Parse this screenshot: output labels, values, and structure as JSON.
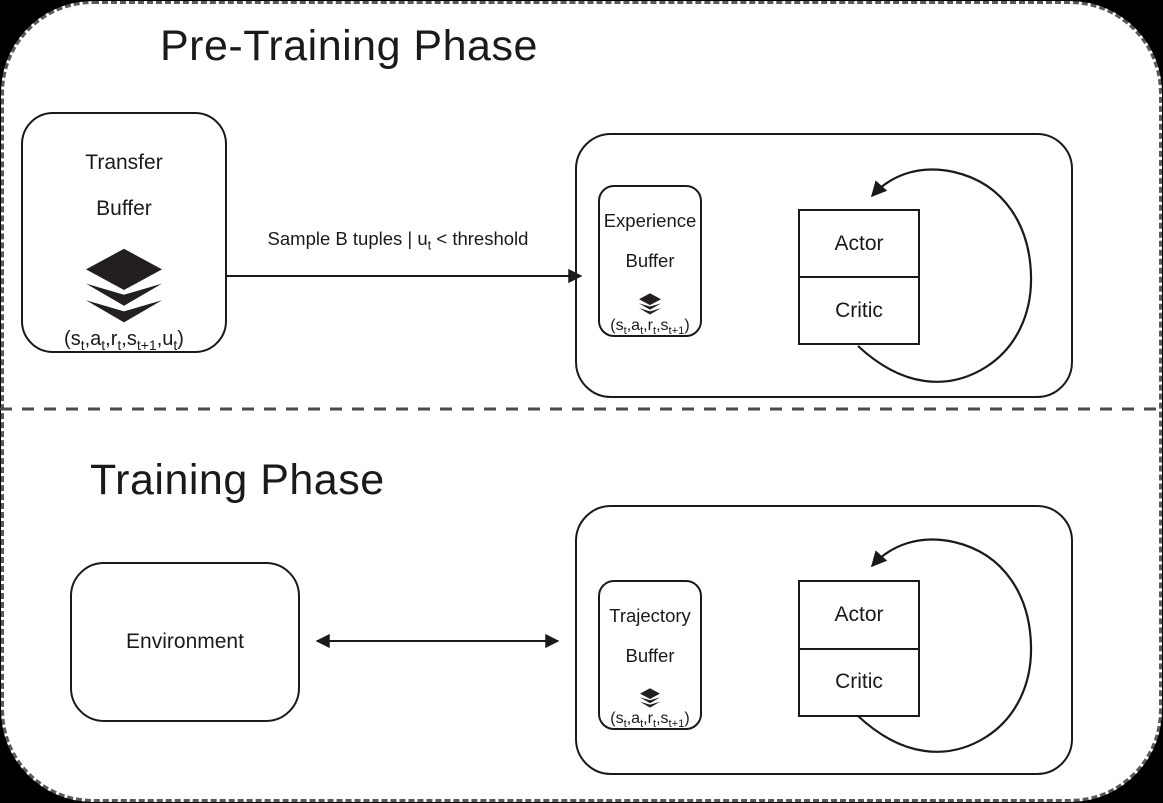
{
  "colors": {
    "background": "#000000",
    "canvas": "#ffffff",
    "stroke": "#1a1a1a",
    "dashed_border": "#595959",
    "divider": "#4a4a4a",
    "icon_fill": "#231f20"
  },
  "titles": {
    "pretraining_phase": "Pre-Training Phase",
    "training_phase": "Training Phase"
  },
  "icons": {
    "buffer_icon": "layers-stack-icon"
  },
  "pretraining": {
    "transfer_buffer": {
      "title_line1": "Transfer",
      "title_line2": "Buffer",
      "tuple_parts": [
        [
          "(s",
          "t"
        ],
        [
          ",a",
          "t"
        ],
        [
          ",r",
          "t"
        ],
        [
          ",s",
          "t+1"
        ],
        [
          ",u",
          "t"
        ],
        [
          ")",
          ""
        ]
      ]
    },
    "sample_arrow_label_parts": [
      [
        "Sample B tuples | u",
        "t"
      ],
      [
        " < threshold",
        ""
      ]
    ],
    "experience_buffer": {
      "title_line1": "Experience",
      "title_line2": "Buffer",
      "tuple_parts": [
        [
          "(s",
          "t"
        ],
        [
          ",a",
          "t"
        ],
        [
          ",r",
          "t"
        ],
        [
          ",s",
          "t+1"
        ],
        [
          ")",
          ""
        ]
      ]
    },
    "agent": {
      "actor": "Actor",
      "critic": "Critic"
    }
  },
  "training": {
    "environment_label": "Environment",
    "trajectory_buffer": {
      "title_line1": "Trajectory",
      "title_line2": "Buffer",
      "tuple_parts": [
        [
          "(s",
          "t"
        ],
        [
          ",a",
          "t"
        ],
        [
          ",r",
          "t"
        ],
        [
          ",s",
          "t+1"
        ],
        [
          ")",
          ""
        ]
      ]
    },
    "agent": {
      "actor": "Actor",
      "critic": "Critic"
    }
  }
}
